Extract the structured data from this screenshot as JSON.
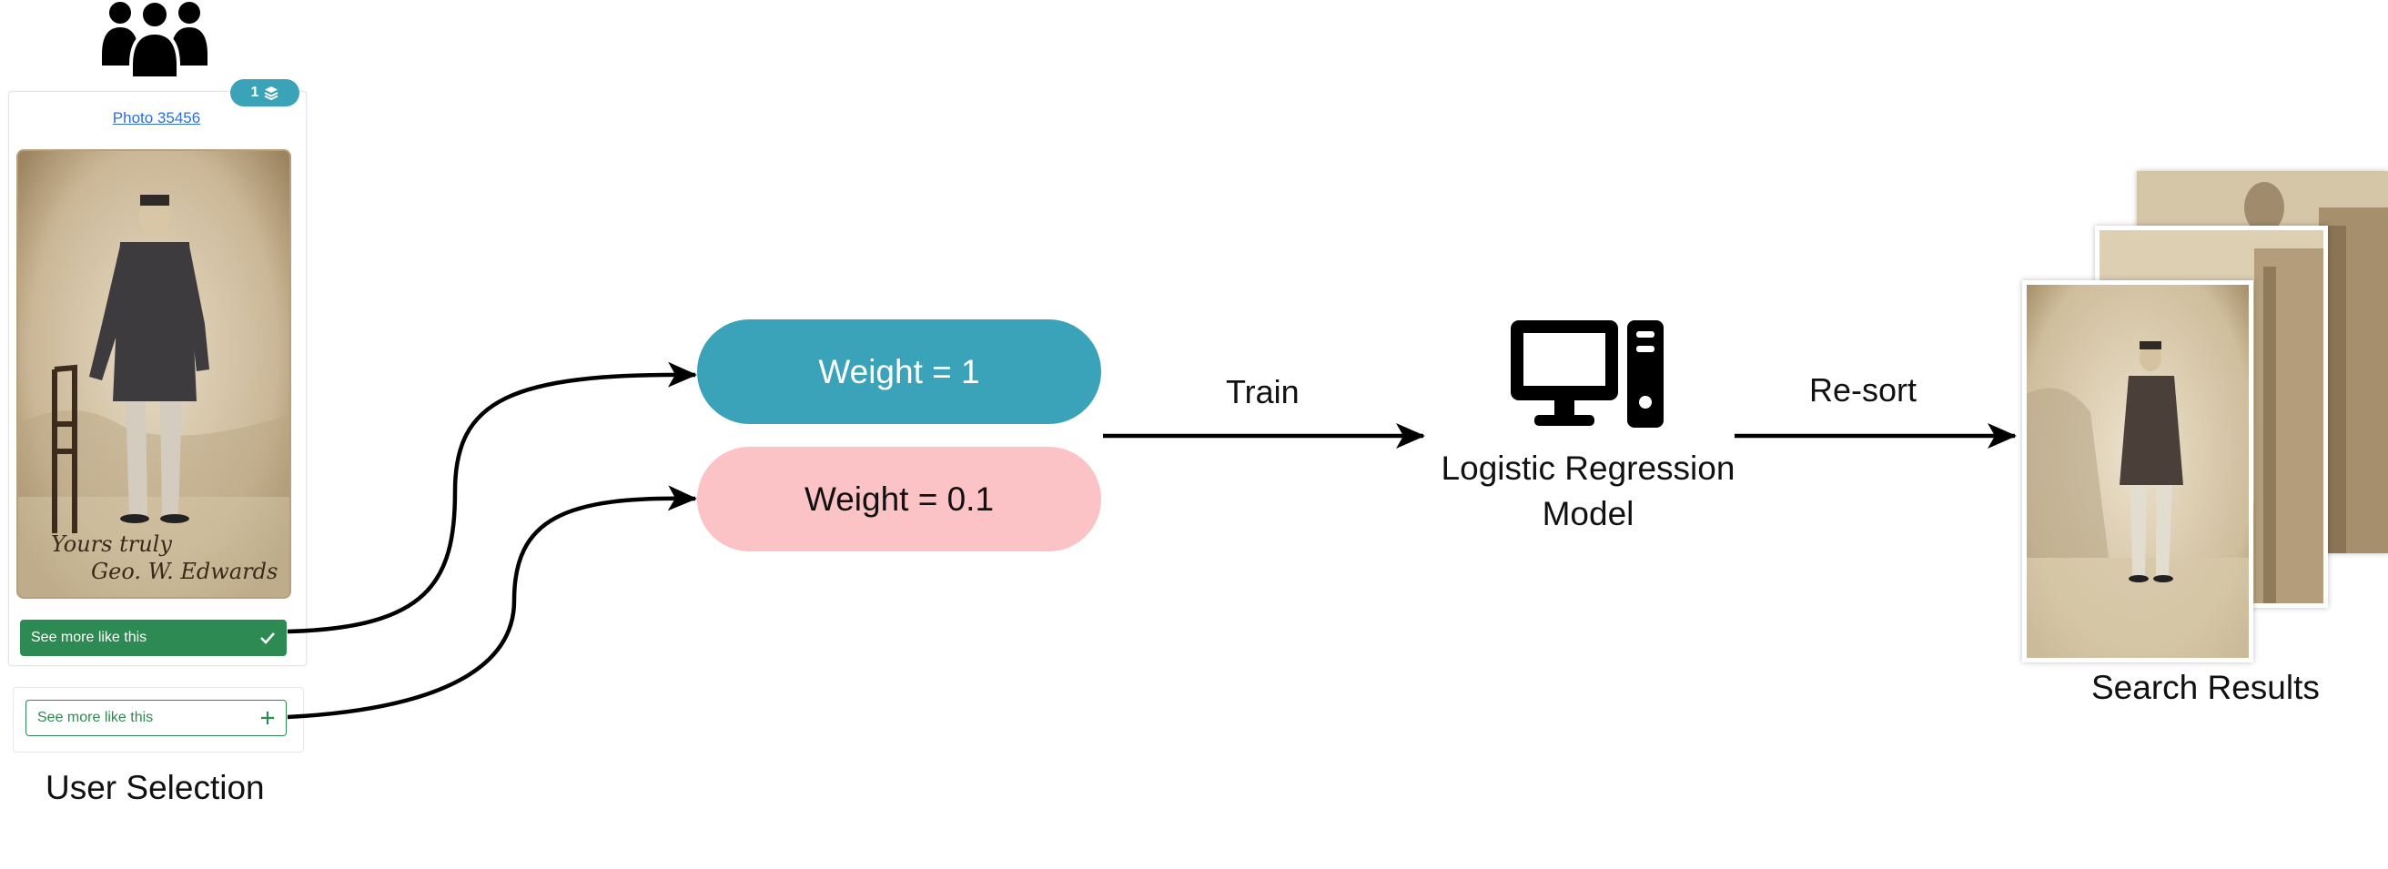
{
  "user_selection": {
    "photo_count": "1",
    "photo_link": "Photo 35456",
    "selected_button_label": "See more like this",
    "unselected_button_label": "See more like this",
    "inscription_line1": "Yours truly",
    "inscription_line2": "Geo. W. Edwards",
    "caption": "User Selection"
  },
  "weights": {
    "selected": "Weight = 1",
    "unselected": "Weight = 0.1"
  },
  "edges": {
    "train": "Train",
    "resort": "Re-sort"
  },
  "model": {
    "label_line1": "Logistic Regression",
    "label_line2": "Model"
  },
  "results": {
    "caption": "Search Results"
  },
  "colors": {
    "selected_weight": "#3ba3b9",
    "unselected_weight": "#fbc3c5",
    "button_green": "#2d8a52",
    "badge": "#3aa3b8",
    "link": "#2f6fd6"
  }
}
